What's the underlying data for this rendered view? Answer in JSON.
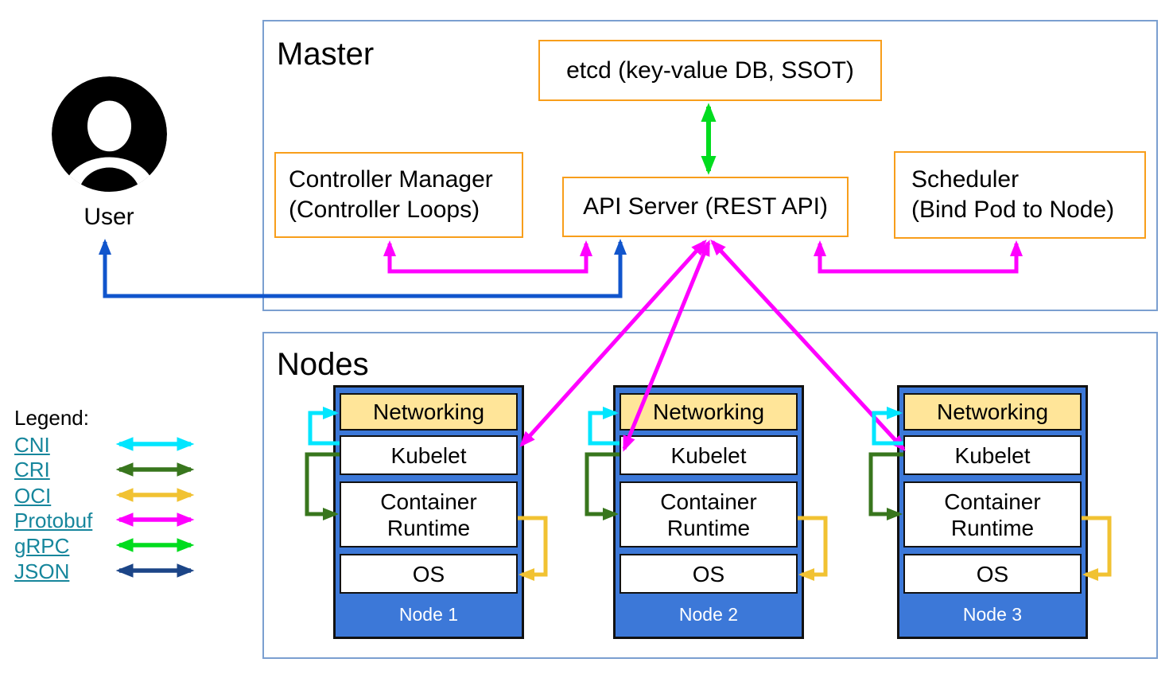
{
  "master": {
    "title": "Master",
    "etcd_label": "etcd (key-value DB, SSOT)",
    "controller_manager": {
      "line1": "Controller Manager",
      "line2": "(Controller Loops)"
    },
    "api_server_label": "API Server (REST API)",
    "scheduler": {
      "line1": "Scheduler",
      "line2": "(Bind Pod to Node)"
    }
  },
  "nodes": {
    "title": "Nodes",
    "layers": {
      "networking": "Networking",
      "kubelet": "Kubelet",
      "container_runtime": "Container Runtime",
      "os": "OS"
    },
    "items": [
      {
        "name": "Node 1"
      },
      {
        "name": "Node 2"
      },
      {
        "name": "Node 3"
      }
    ]
  },
  "user": {
    "label": "User"
  },
  "legend": {
    "title": "Legend:",
    "items": [
      {
        "label": "CNI",
        "color": "#00E6FF"
      },
      {
        "label": "CRI",
        "color": "#38761D"
      },
      {
        "label": "OCI",
        "color": "#F1C232"
      },
      {
        "label": "Protobuf",
        "color": "#FF00FF"
      },
      {
        "label": "gRPC",
        "color": "#00DC1E"
      },
      {
        "label": "JSON",
        "color": "#1C4587"
      }
    ]
  },
  "colors": {
    "container_border": "#7B9FD0",
    "component_border": "#F89E1B",
    "node_fill": "#3C78D8",
    "networking_fill": "#FFE599",
    "user_api_arrow": "#1155CC",
    "api_kubelet_arrow": "#FF00FF",
    "etcd_api_arrow": "#00DC1E",
    "legend_link_color": "#16869C"
  }
}
